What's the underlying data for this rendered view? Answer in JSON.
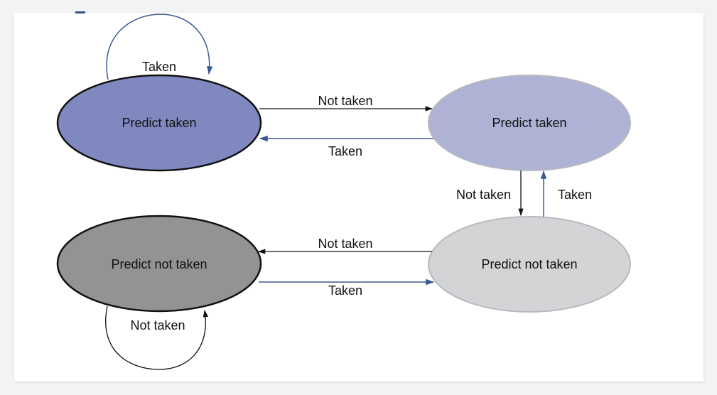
{
  "states": [
    {
      "label": "Predict taken",
      "fill": "#8089bf"
    },
    {
      "label": "Predict taken",
      "fill": "#aeb3d6"
    },
    {
      "label": "Predict not taken",
      "fill": "#939393"
    },
    {
      "label": "Predict not taken",
      "fill": "#d3d4d6"
    }
  ],
  "transitions": {
    "self_taken": "Taken",
    "s1_to_s2": "Not taken",
    "s2_to_s1": "Taken",
    "s2_to_s4": "Not taken",
    "s4_to_s2": "Taken",
    "s4_to_s3": "Not taken",
    "s3_to_s4": "Taken",
    "self_not_taken": "Not taken"
  },
  "colors": {
    "arrow_black": "#111111",
    "arrow_blue": "#3a5a94",
    "outline": "#111111",
    "light_outline": "#b7b9bd"
  }
}
